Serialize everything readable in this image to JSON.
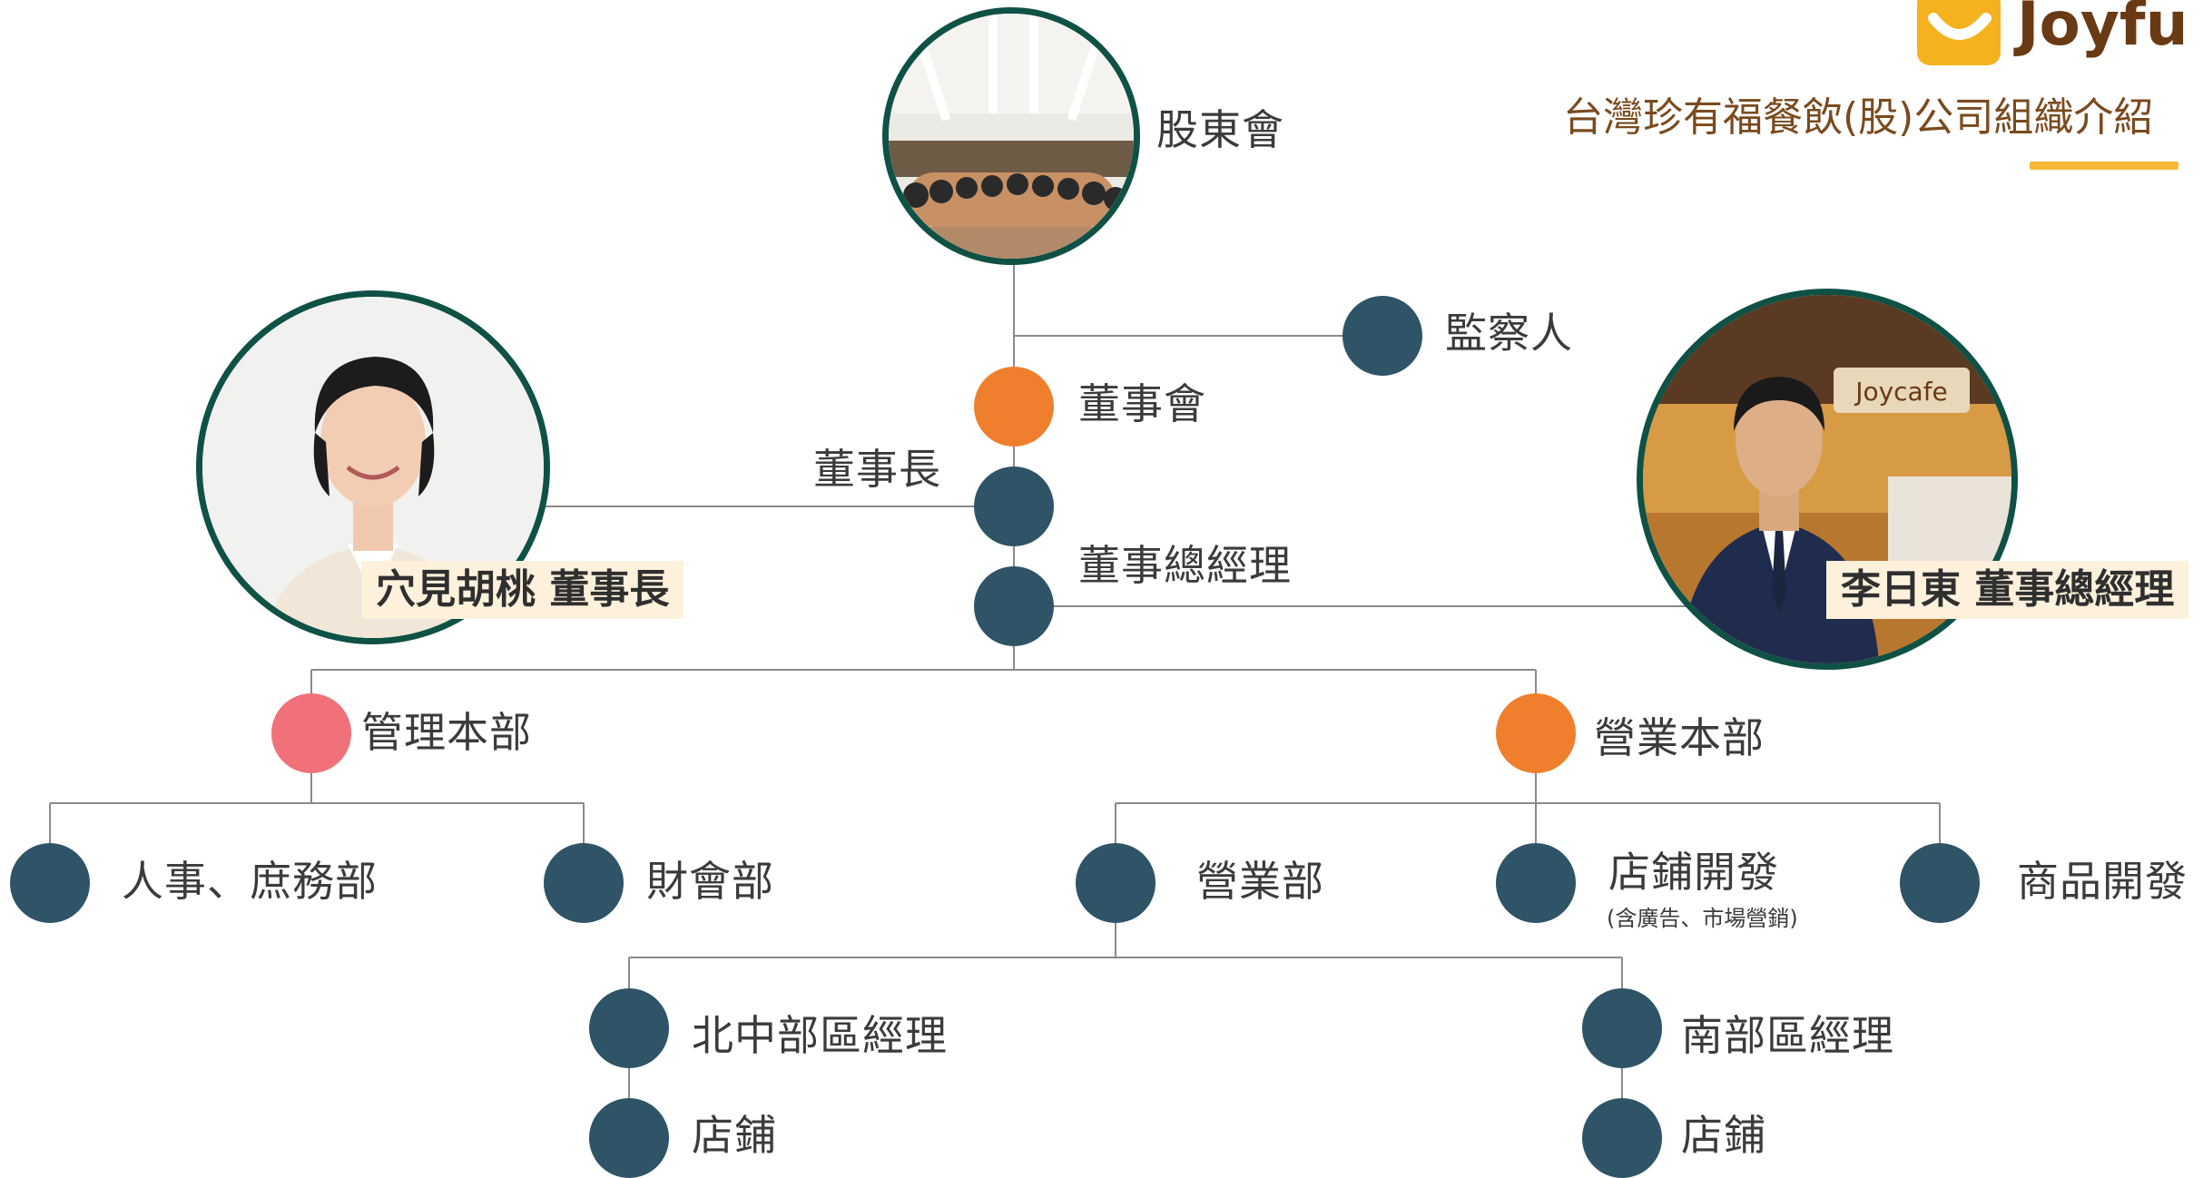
{
  "brand": {
    "logo_text": "Joyfu",
    "company_title": "台灣珍有福餐飲(股)公司組織介紹"
  },
  "colors": {
    "navy": "#2f5367",
    "orange": "#ef7f2d",
    "pink": "#f0717a",
    "line": "#7d7d7d",
    "photo_border": "#0f5145",
    "accent_underline": "#f5b935",
    "nametag_bg": "#fdf1dc"
  },
  "nodes": {
    "shareholders": "股東會",
    "supervisor": "監察人",
    "board": "董事會",
    "chairman": "董事長",
    "president": "董事總經理",
    "admin_hq": "管理本部",
    "sales_hq": "營業本部",
    "hr_dept": "人事、庶務部",
    "finance_dept": "財會部",
    "sales_dept": "營業部",
    "store_dev": "店鋪開發",
    "store_dev_note": "(含廣告、市場營銷)",
    "product_dev": "商品開發",
    "north_central_manager": "北中部區經理",
    "south_manager": "南部區經理",
    "store_north": "店鋪",
    "store_south": "店鋪"
  },
  "people": {
    "chairman_tag": "穴見胡桃 董事長",
    "president_tag": "李日東 董事總經理",
    "storefront_sign": "Joycafe"
  }
}
